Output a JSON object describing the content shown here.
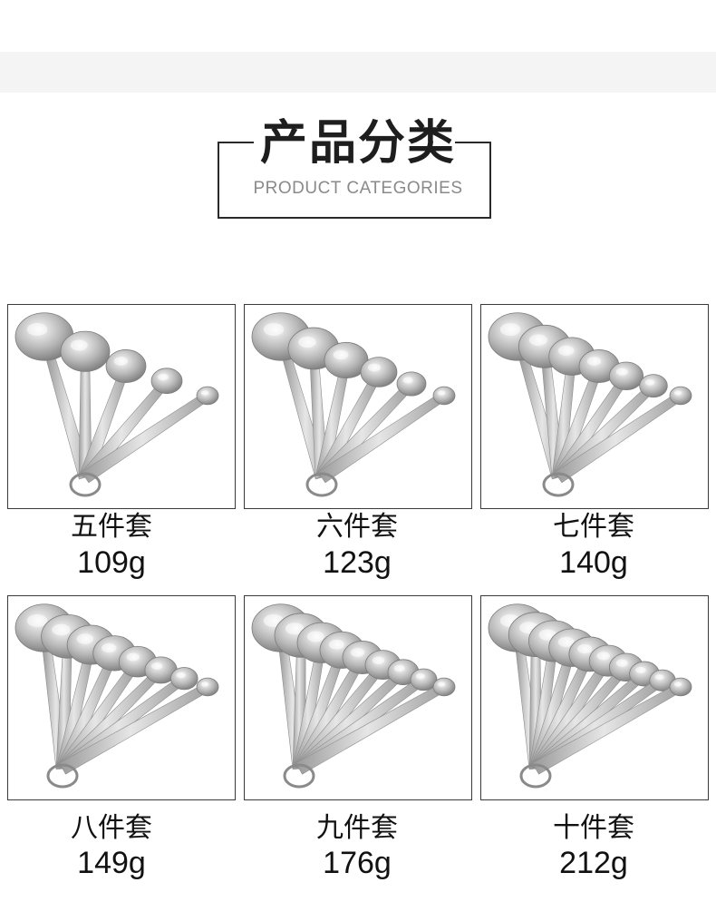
{
  "header": {
    "title": "产品分类",
    "subtitle": "PRODUCT CATEGORIES"
  },
  "products": [
    {
      "name": "五件套",
      "weight": "109g",
      "spoons": 5
    },
    {
      "name": "六件套",
      "weight": "123g",
      "spoons": 6
    },
    {
      "name": "七件套",
      "weight": "140g",
      "spoons": 7
    },
    {
      "name": "八件套",
      "weight": "149g",
      "spoons": 8
    },
    {
      "name": "九件套",
      "weight": "176g",
      "spoons": 9
    },
    {
      "name": "十件套",
      "weight": "212g",
      "spoons": 10
    }
  ],
  "colors": {
    "steel_light": "#e6e6e6",
    "steel_mid": "#b9b9b9",
    "steel_dark": "#7a7a7a",
    "border": "#3a3a3a"
  }
}
